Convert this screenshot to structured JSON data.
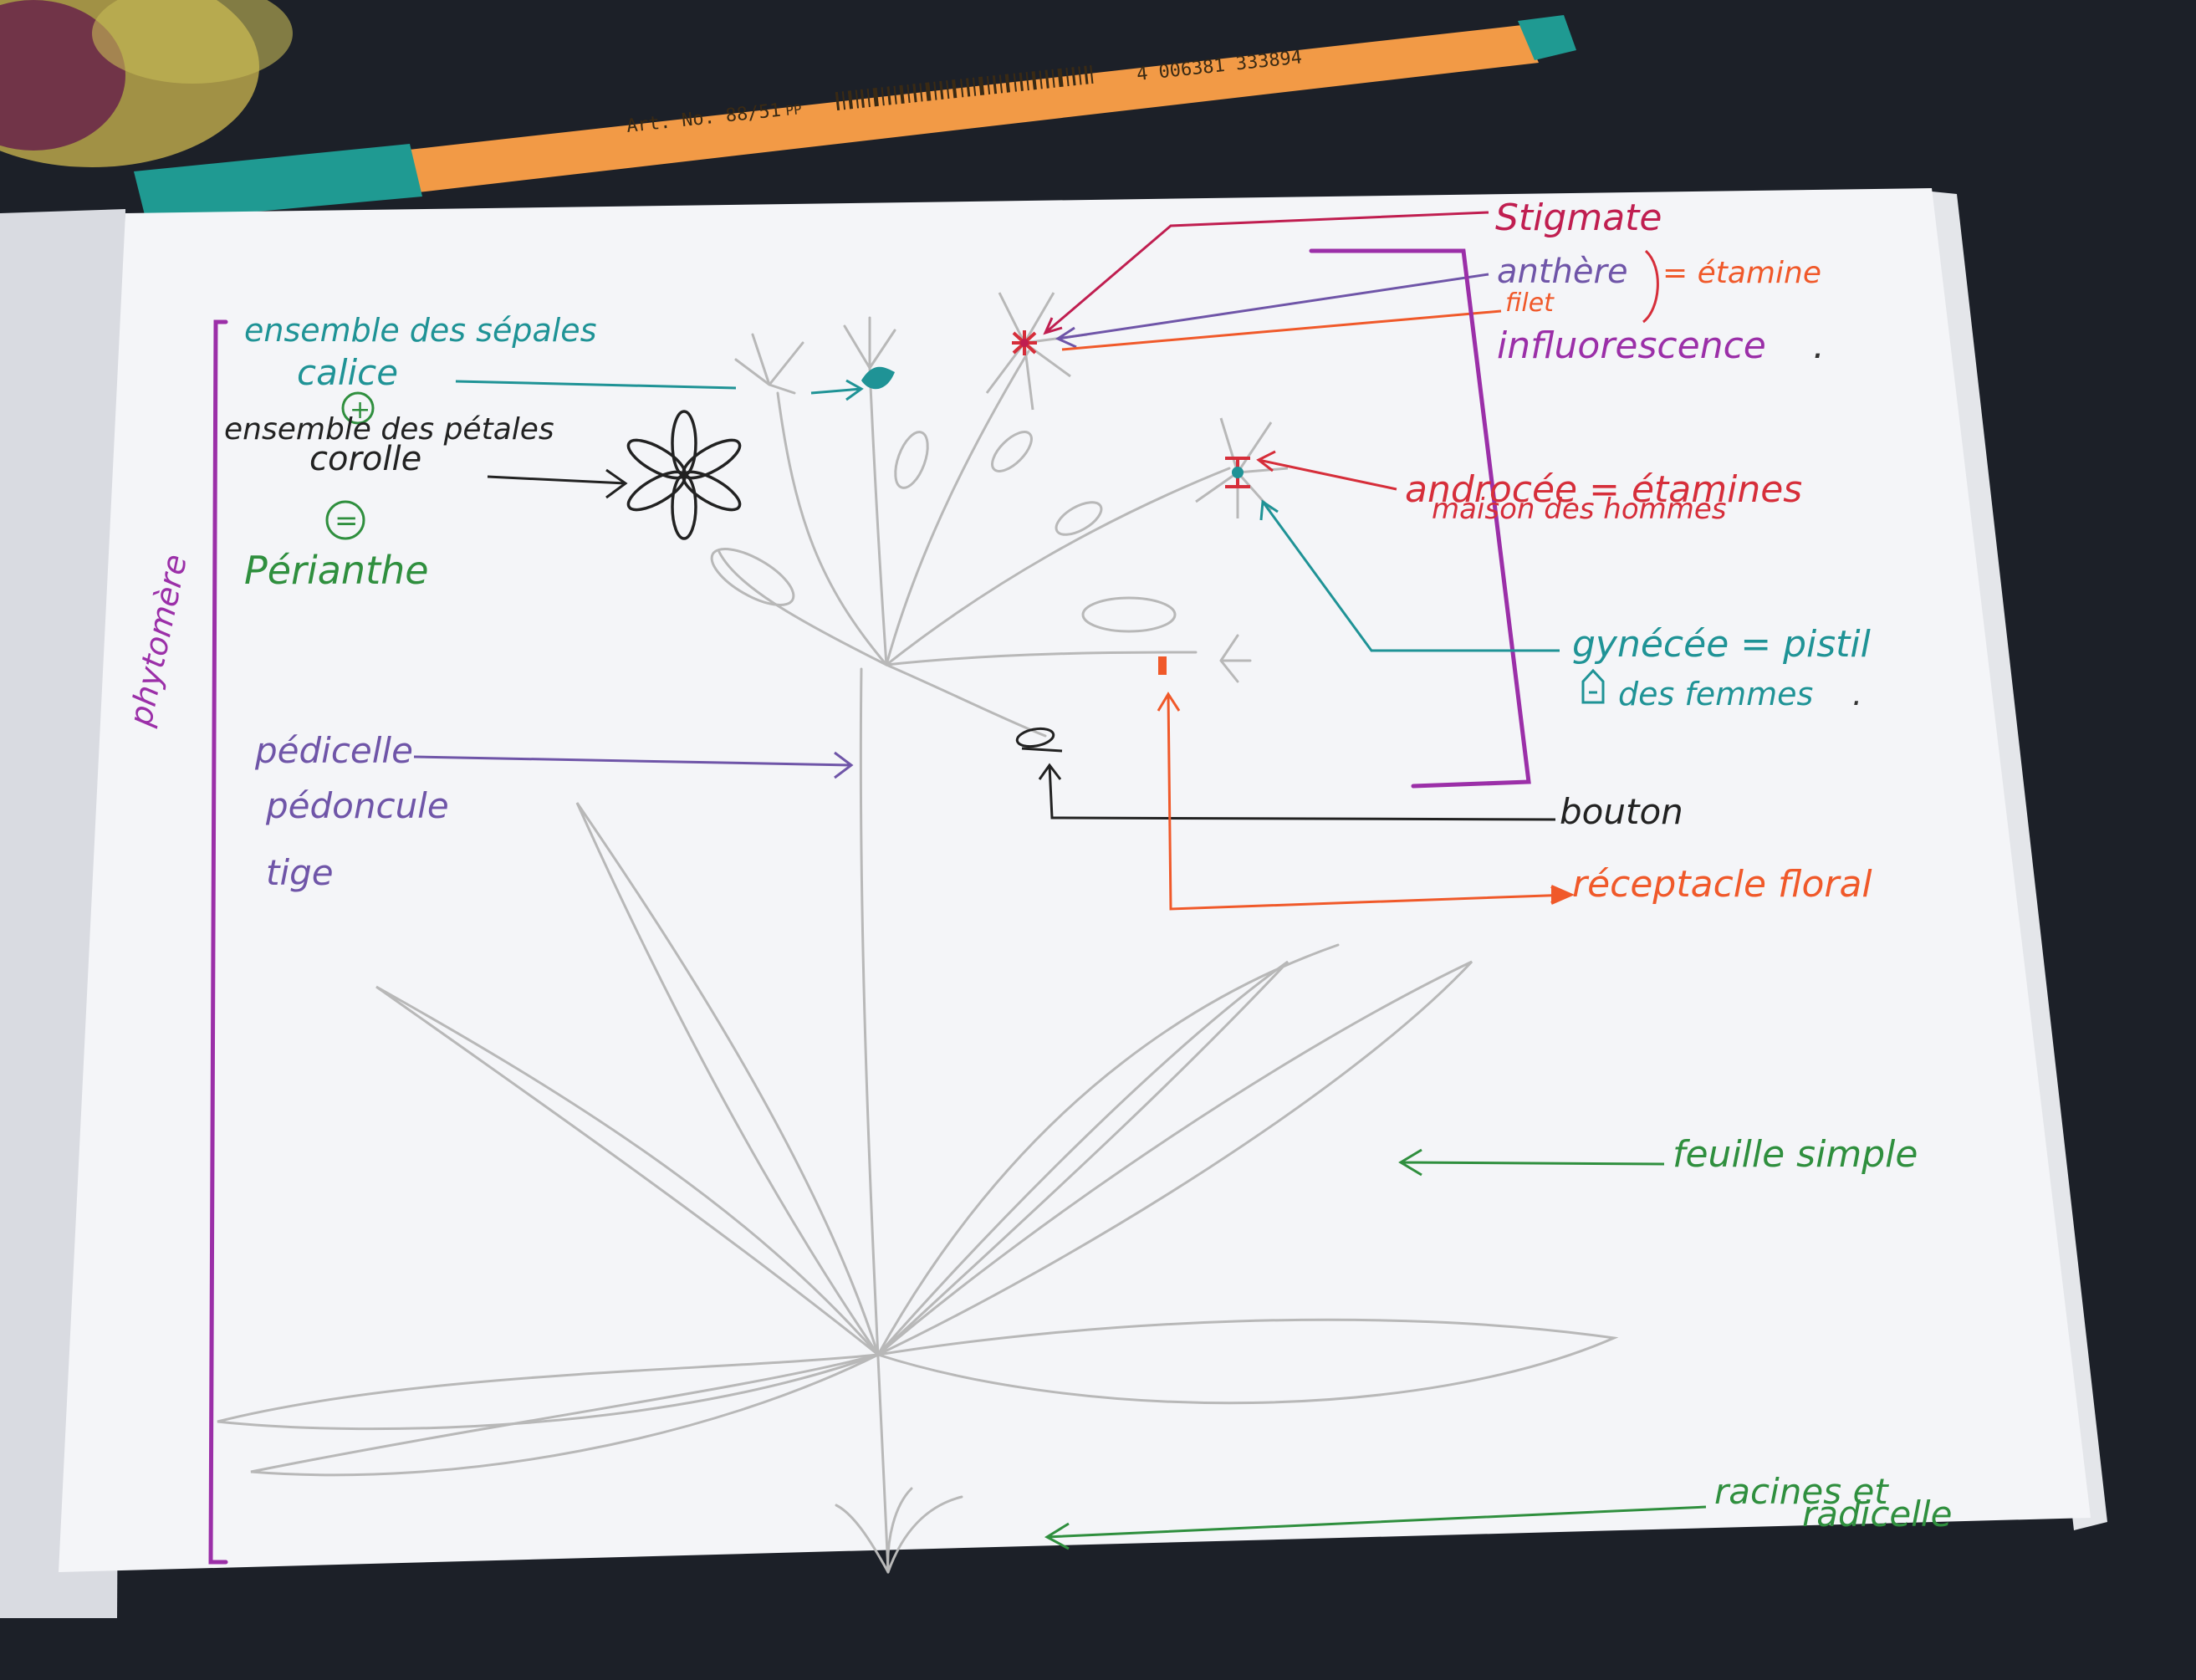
{
  "pen": {
    "article": "Art. No. 88/51",
    "pp": "PP",
    "barcode": "4 006381 333894",
    "body_color": "#f29a46",
    "cap_color": "#1f9a92"
  },
  "colors": {
    "teal": "#1f9396",
    "black": "#222222",
    "green": "#2f8f3e",
    "purple": "#9b2fa8",
    "violet": "#6f55a8",
    "red": "#d62e3a",
    "crimson": "#c01e50",
    "orange": "#f0592a",
    "pencil": "#b8b8b8",
    "paper": "#f4f5f8"
  },
  "labels": {
    "sepales": "ensemble des sépales",
    "calice": "calice",
    "plus": "+",
    "petales": "ensemble des pétales",
    "corolle": "corolle",
    "equals": "=",
    "perianthe": "Périanthe",
    "phytomere": "phytomère",
    "pedicelle": "pédicelle",
    "pedoncule": "pédoncule",
    "tige": "tige",
    "stigmate": "Stigmate",
    "anthere": "anthère",
    "etamine": "= étamine",
    "filet": "filet",
    "inflorescence": "influorescence",
    "inflorescence_dot": ".",
    "androcee": "androcée = étamines",
    "maison_hommes": "maison des hommes",
    "gynecee": "gynécée = pistil",
    "femmes": "des femmes",
    "femmes_dot": ".",
    "bouton": "bouton",
    "receptacle": "réceptacle floral",
    "feuille": "feuille simple",
    "racines": "racines et",
    "radicelle": "radicelle"
  }
}
